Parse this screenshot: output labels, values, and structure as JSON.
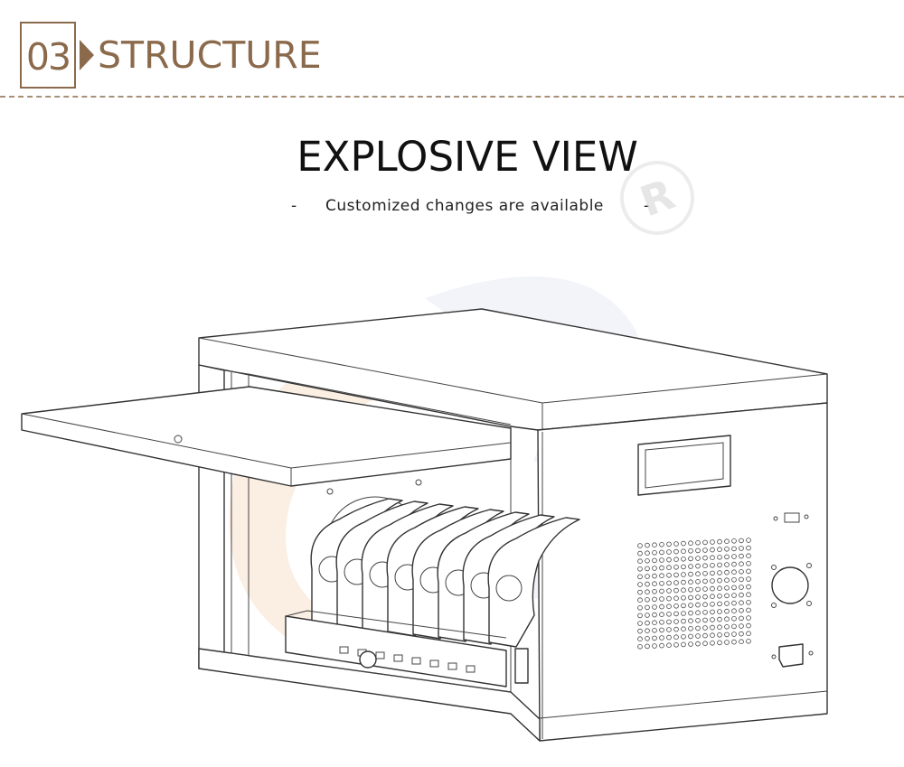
{
  "section": {
    "number": "03",
    "title": "STRUCTURE"
  },
  "heading": {
    "title": "EXPLOSIVE VIEW",
    "subtitle": "Customized changes are available",
    "dash_left": "-",
    "dash_right": "-"
  },
  "watermark": {
    "registered_mark": "R"
  },
  "colors": {
    "accent": "#8b6a4c",
    "divider": "#a88f78",
    "title_text": "#111111",
    "line_art": "#333333",
    "watermark_orange": "#f3c79e",
    "watermark_blue": "#dde3ee"
  },
  "drawing": {
    "subject": "charging-cabinet-line-drawing",
    "slot_count": 8
  }
}
